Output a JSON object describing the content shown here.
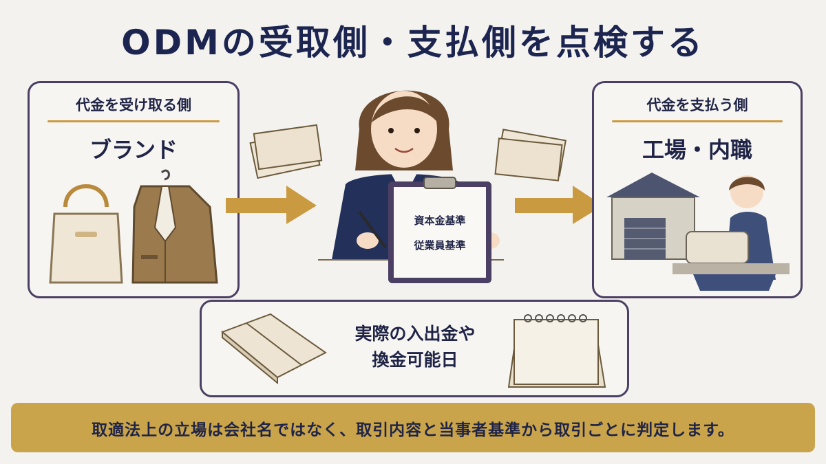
{
  "title": "ODMの受取側・支払側を点検する",
  "left_panel": {
    "label": "代金を受け取る側",
    "name": "ブランド"
  },
  "right_panel": {
    "label": "代金を支払う側",
    "name": "工場・内職"
  },
  "clipboard": {
    "line1": "資本金基準",
    "line2": "従業員基準"
  },
  "bottom_panel": {
    "line1": "実際の入出金や",
    "line2": "換金可能日"
  },
  "banner": {
    "text": "取適法上の立場は会社名ではなく、取引内容と当事者基準から取引ごとに判定します。"
  },
  "colors": {
    "navy": "#1c2550",
    "gold": "#c9a44a",
    "frame": "#4b3f63"
  }
}
